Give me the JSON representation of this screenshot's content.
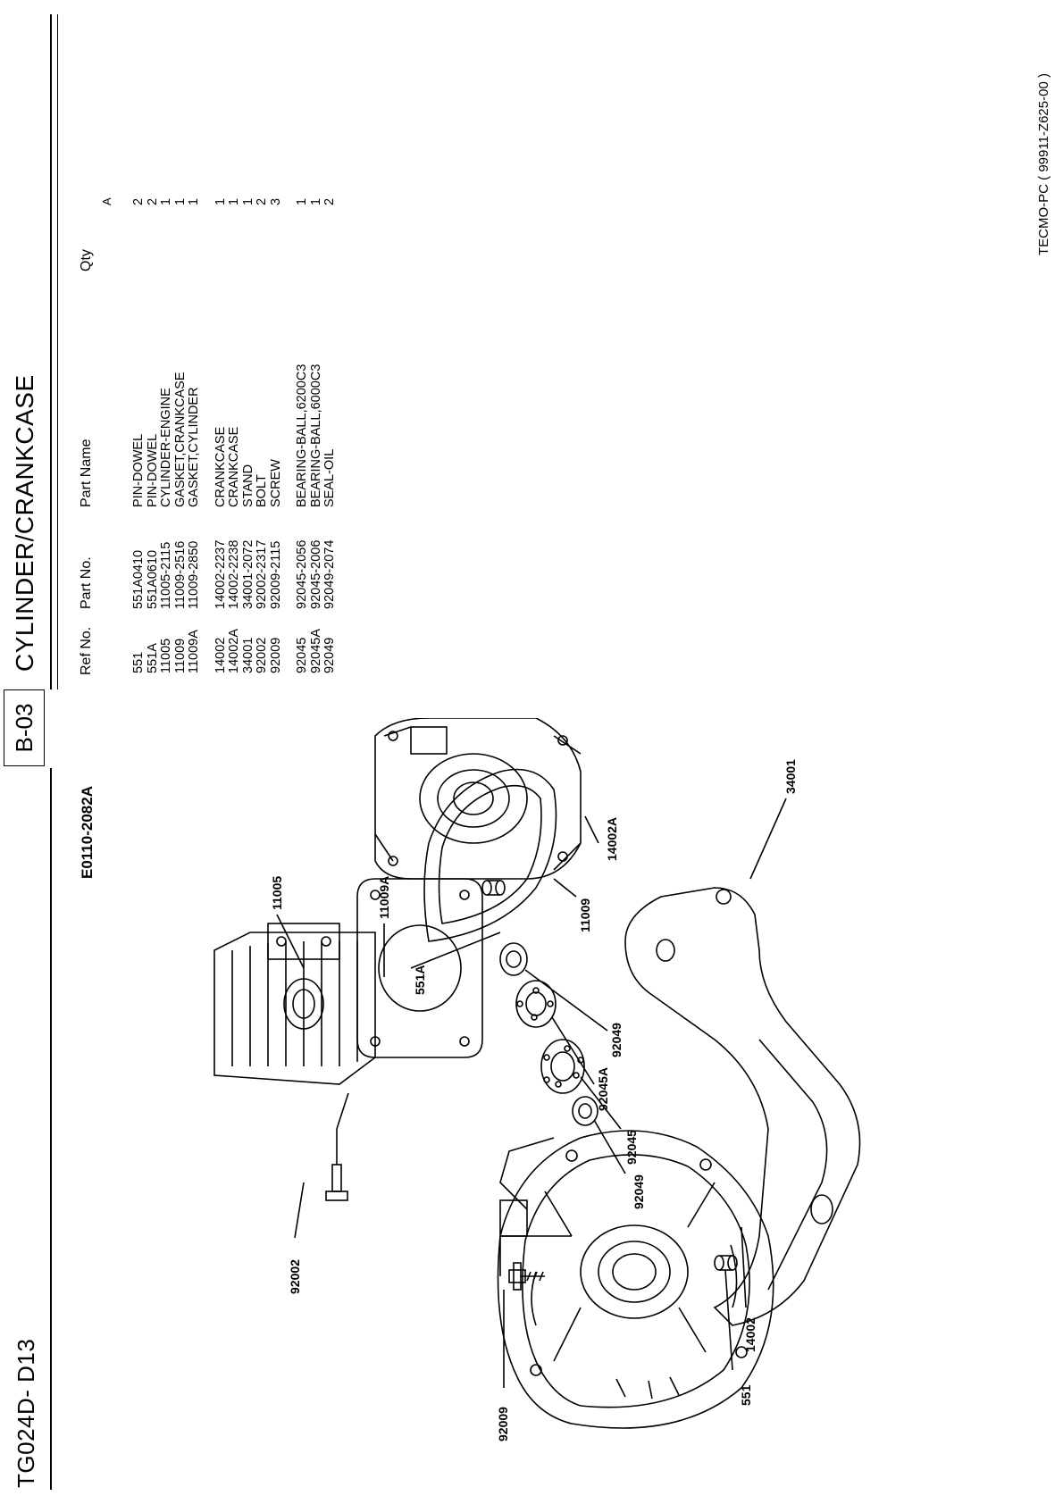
{
  "header": {
    "model": "TG024D- D13",
    "section_code": "B-03",
    "section_title": "CYLINDER/CRANKCASE",
    "illustration_code": "E0110-2082A"
  },
  "columns": {
    "ref_no": "Ref No.",
    "part_no": "Part No.",
    "part_name": "Part Name",
    "qty": "Qty",
    "qty_sub": "A"
  },
  "parts_groups": [
    [
      {
        "ref": "551",
        "part_no": "551A0410",
        "name": "PIN-DOWEL",
        "qty": "2"
      },
      {
        "ref": "551A",
        "part_no": "551A0610",
        "name": "PIN-DOWEL",
        "qty": "2"
      },
      {
        "ref": "11005",
        "part_no": "11005-2115",
        "name": "CYLINDER-ENGINE",
        "qty": "1"
      },
      {
        "ref": "11009",
        "part_no": "11009-2516",
        "name": "GASKET,CRANKCASE",
        "qty": "1"
      },
      {
        "ref": "11009A",
        "part_no": "11009-2850",
        "name": "GASKET,CYLINDER",
        "qty": "1"
      }
    ],
    [
      {
        "ref": "14002",
        "part_no": "14002-2237",
        "name": "CRANKCASE",
        "qty": "1"
      },
      {
        "ref": "14002A",
        "part_no": "14002-2238",
        "name": "CRANKCASE",
        "qty": "1"
      },
      {
        "ref": "34001",
        "part_no": "34001-2072",
        "name": "STAND",
        "qty": "1"
      },
      {
        "ref": "92002",
        "part_no": "92002-2317",
        "name": "BOLT",
        "qty": "2"
      },
      {
        "ref": "92009",
        "part_no": "92009-2115",
        "name": "SCREW",
        "qty": "3"
      }
    ],
    [
      {
        "ref": "92045",
        "part_no": "92045-2056",
        "name": "BEARING-BALL,6200C3",
        "qty": "1"
      },
      {
        "ref": "92045A",
        "part_no": "92045-2006",
        "name": "BEARING-BALL,6000C3",
        "qty": "1"
      },
      {
        "ref": "92049",
        "part_no": "92049-2074",
        "name": "SEAL-OIL",
        "qty": "2"
      }
    ]
  ],
  "diagram_callouts": {
    "c92009": "92009",
    "c551": "551",
    "c14002": "14002",
    "c92002": "92002",
    "c92049a": "92049",
    "c92045": "92045",
    "c92045A": "92045A",
    "c92049b": "92049",
    "c551A": "551A",
    "c11009A": "11009A",
    "c11005": "11005",
    "c11009": "11009",
    "c14002A": "14002A",
    "c34001": "34001"
  },
  "footer": {
    "catalog_code": "TECMO-PC ( 99911-Z625-00 )"
  }
}
